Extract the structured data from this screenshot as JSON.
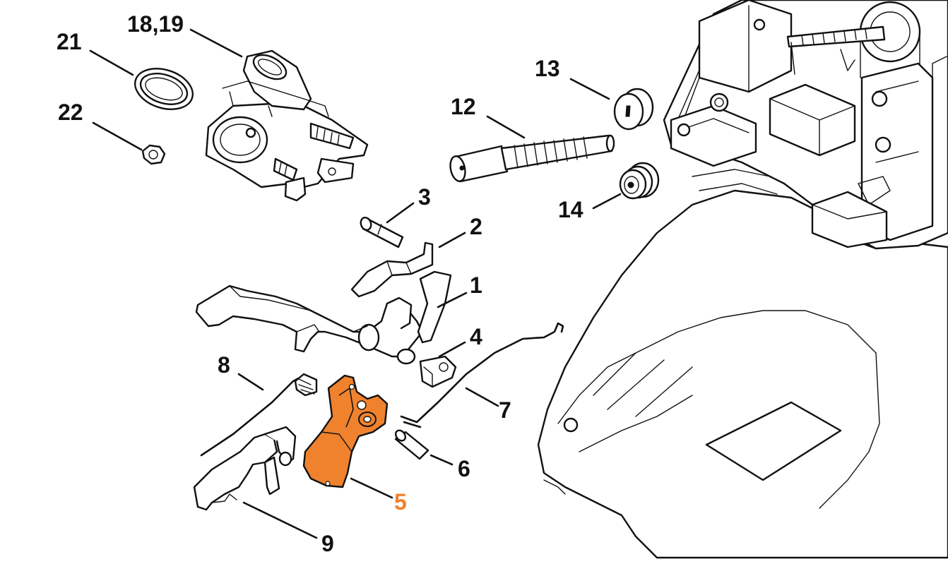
{
  "diagram": {
    "highlight_color": "#f0822d",
    "line_color": "#111111",
    "highlighted_part": "5",
    "callouts": [
      {
        "id": "c18",
        "label": "18,19"
      },
      {
        "id": "c21",
        "label": "21"
      },
      {
        "id": "c22",
        "label": "22"
      },
      {
        "id": "c13",
        "label": "13"
      },
      {
        "id": "c12",
        "label": "12"
      },
      {
        "id": "c14",
        "label": "14"
      },
      {
        "id": "c3",
        "label": "3"
      },
      {
        "id": "c2",
        "label": "2"
      },
      {
        "id": "c1",
        "label": "1"
      },
      {
        "id": "c4",
        "label": "4"
      },
      {
        "id": "c8",
        "label": "8"
      },
      {
        "id": "c7",
        "label": "7"
      },
      {
        "id": "c6",
        "label": "6"
      },
      {
        "id": "c5",
        "label": "5"
      },
      {
        "id": "c9",
        "label": "9"
      }
    ]
  }
}
